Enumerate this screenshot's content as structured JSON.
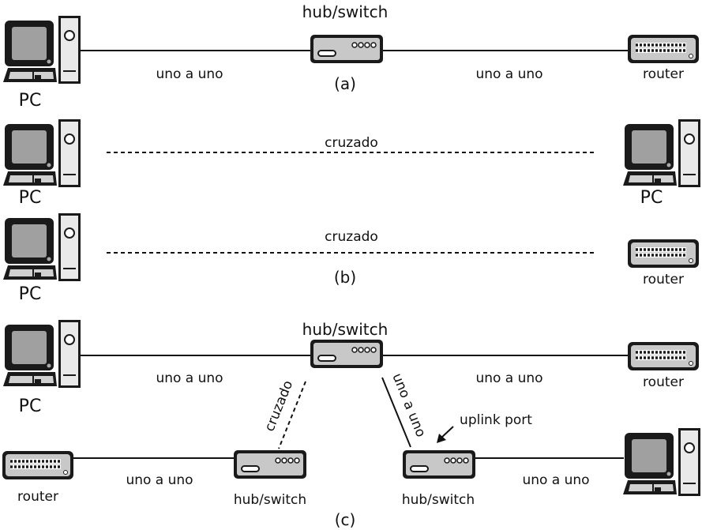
{
  "labels": {
    "hub_switch": "hub/switch",
    "pc": "PC",
    "router": "router",
    "straight": "uno a uno",
    "crossover": "cruzado",
    "uplink": "uplink port",
    "a": "(a)",
    "b": "(b)",
    "c": "(c)"
  },
  "icons": [
    "pc-icon",
    "hub-switch-icon",
    "router-icon",
    "arrow-icon"
  ],
  "colors": {
    "ink": "#111111",
    "screen": "#9a9a9a",
    "device_body": "#c8c8c8"
  }
}
